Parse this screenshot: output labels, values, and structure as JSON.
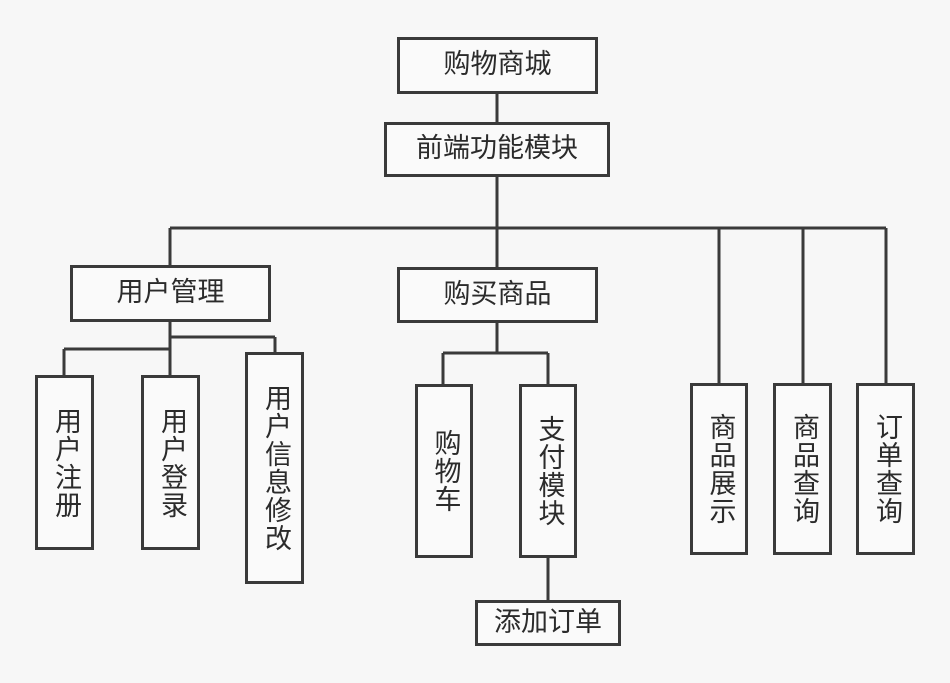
{
  "diagram": {
    "title": "购物商城",
    "type": "tree",
    "background_color": "#f7f7f7",
    "node_fill_color": "#fafafa",
    "line_color": "#3a3a3a",
    "text_color": "#2b2b2b",
    "nodes": {
      "root": "购物商城",
      "frontend_module": "前端功能模块",
      "user_management": "用户管理",
      "purchase_goods": "购买商品",
      "user_register": "用户注册",
      "user_login": "用户登录",
      "user_info_edit": "用户信息修改",
      "shopping_cart": "购物车",
      "payment_module": "支付模块",
      "add_order": "添加订单",
      "goods_display": "商品展示",
      "goods_query": "商品查询",
      "order_query": "订单查询"
    }
  }
}
